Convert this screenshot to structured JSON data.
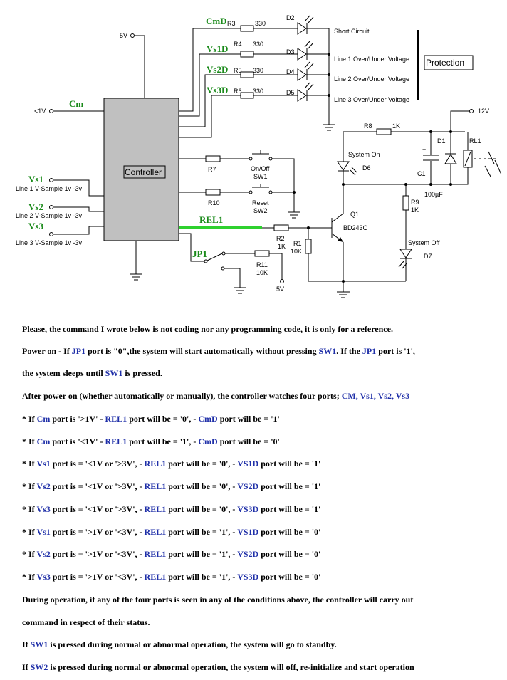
{
  "diagram": {
    "controller_label": "Controller",
    "protection_label": "Protection",
    "ports": {
      "cmd": "CmD",
      "vs1d": "Vs1D",
      "vs2d": "Vs2D",
      "vs3d": "Vs3D",
      "cm": "Cm",
      "vs1": "Vs1",
      "vs2": "Vs2",
      "vs3": "Vs3",
      "rel1": "REL1",
      "jp1": "JP1"
    },
    "inputs": {
      "v5": "5V",
      "lt1v": "<1V",
      "line1": "Line 1 V-Sample 1v -3v",
      "line2": "Line 2 V-Sample 1v -3v",
      "line3": "Line 3 V-Sample 1v -3v"
    },
    "resistors": {
      "r3": "R3",
      "r3v": "330",
      "r4": "R4",
      "r4v": "330",
      "r5": "R5",
      "r5v": "330",
      "r6": "R6",
      "r6v": "330",
      "r7": "R7",
      "r10": "R10",
      "r8": "R8",
      "r8v": "1K",
      "r9": "R9",
      "r9v": "1K",
      "r2": "R2",
      "r2v": "1K",
      "r1": "R1",
      "r1v": "10K",
      "r11": "R11",
      "r11v": "10K"
    },
    "leds": {
      "d2": "D2",
      "d3": "D3",
      "d4": "D4",
      "d5": "D5",
      "d2_label": "Short Circuit",
      "d3_label": "Line 1 Over/Under Voltage",
      "d4_label": "Line 2 Over/Under Voltage",
      "d5_label": "Line 3 Over/Under Voltage",
      "d6": "D6",
      "d6_label": "System On",
      "d7": "D7",
      "d7_label": "System Off"
    },
    "switches": {
      "sw1": "SW1",
      "sw1_label": "On/Off",
      "sw2": "SW2",
      "sw2_label": "Reset"
    },
    "power": {
      "v12": "12V",
      "d1": "D1",
      "rl1": "RL1",
      "c1": "C1",
      "c1v": "100µF",
      "plus": "+",
      "q1": "Q1",
      "q1v": "BD243C",
      "v5b": "5V"
    }
  },
  "notes": {
    "p1": "Please, the command I wrote below is not coding nor any programming code, it is only for a reference.",
    "p2": {
      "a": "Power on - If ",
      "b": "JP1",
      "c": " port is \"0\",the system will start automatically without pressing ",
      "d": "SW1",
      "e": ". If the ",
      "f": "JP1",
      "g": " port is '1',"
    },
    "p3": {
      "a": "the system sleeps until ",
      "b": "SW1",
      "c": " is pressed."
    },
    "p4": {
      "a": "After power on (whether automatically or manually), the controller watches four ports; ",
      "b": "CM, Vs1, Vs2, Vs3"
    },
    "r1": {
      "a": "* If ",
      "b": "Cm",
      "c": " port is  '>1V'   - ",
      "d": "REL1",
      "e": " port will be = '0', - ",
      "f": "CmD",
      "g": " port will be = '1'"
    },
    "r2": {
      "a": "* If ",
      "b": "Cm",
      "c": " port is  '<1V'   - ",
      "d": "REL1",
      "e": " port will be = '1', - ",
      "f": "CmD",
      "g": " port will be = '0'"
    },
    "r3": {
      "a": "* If ",
      "b": "Vs1",
      "c": "  port is = '<1V or '>3V',   - ",
      "d": "REL1",
      "e": " port will be = '0', - ",
      "f": "VS1D",
      "g": " port will be = '1'"
    },
    "r4": {
      "a": "* If ",
      "b": "Vs2",
      "c": "  port is = '<1V or '>3V',   - ",
      "d": "REL1",
      "e": " port will be = '0', - ",
      "f": "VS2D",
      "g": " port will be = '1'"
    },
    "r5": {
      "a": "* If ",
      "b": "Vs3",
      "c": "  port is = '<1V or '>3V',   - ",
      "d": "REL1",
      "e": " port will be = '0', - ",
      "f": "VS3D",
      "g": " port will be = '1'"
    },
    "r6": {
      "a": "* If ",
      "b": "Vs1",
      "c": "  port is = '>1V or '<3V',   - ",
      "d": "REL1",
      "e": " port will be = '1', - ",
      "f": "VS1D",
      "g": " port will be = '0'"
    },
    "r7": {
      "a": "* If ",
      "b": "Vs2",
      "c": "  port is = '>1V or '<3V',   - ",
      "d": "REL1",
      "e": " port will be = '1', - ",
      "f": "VS2D",
      "g": " port will be = '0'"
    },
    "r8": {
      "a": "* If ",
      "b": "Vs3",
      "c": "  port is = '>1V or '<3V',   - ",
      "d": "REL1",
      "e": " port will be = '1', - ",
      "f": "VS3D",
      "g": " port will be = '0'"
    },
    "p5": "During operation, if any of the four ports is seen in any of the conditions above, the controller will carry out",
    "p6": "command in respect of their status.",
    "p7": {
      "a": "If ",
      "b": "SW1",
      "c": " is pressed during normal or abnormal operation, the system will go to standby."
    },
    "p8": {
      "a": "If ",
      "b": "SW2",
      "c": " is pressed during normal or abnormal operation, the system will off,  re-initialize and start operation"
    }
  }
}
